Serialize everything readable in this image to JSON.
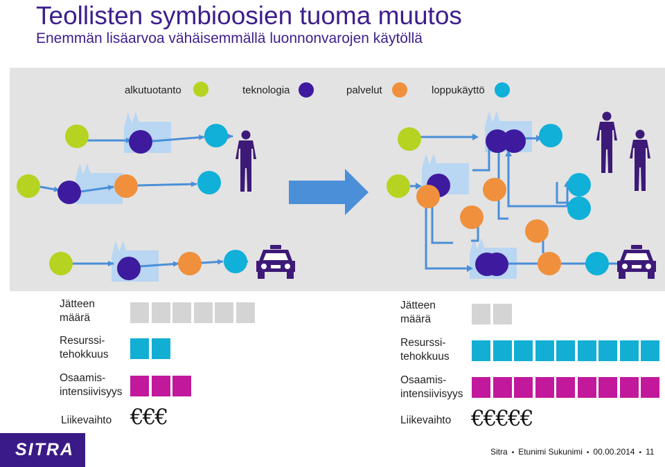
{
  "header": {
    "title": "Teollisten symbioosien tuoma muutos",
    "subtitle": "Enemmän lisäarvoa vähäisemmällä luonnonvarojen käytöllä"
  },
  "legend": [
    {
      "label": "alkutuotanto",
      "color": "#b5d320"
    },
    {
      "label": "teknologia",
      "color": "#3d1a9e"
    },
    {
      "label": "palvelut",
      "color": "#f0903c"
    },
    {
      "label": "loppukäyttö",
      "color": "#10b0d8"
    }
  ],
  "colors": {
    "panel": "#e3e3e3",
    "factory": "#b9d6f2",
    "arrow": "#4a8fd8",
    "person": "#3d1a78",
    "waste": "#d4d4d4",
    "efficiency": "#12aed4",
    "knowledge": "#c2189c",
    "brand": "#3a1a86"
  },
  "icons": [
    "factory-icon",
    "person-icon",
    "car-icon",
    "transition-arrow-icon"
  ],
  "before": {
    "waste_label_1": "Jätteen",
    "waste_label_2": "määrä",
    "waste_count": 6,
    "efficiency_label_1": "Resurssi-",
    "efficiency_label_2": "tehokkuus",
    "efficiency_count": 2,
    "knowledge_label_1": "Osaamis-",
    "knowledge_label_2": "intensiivisyys",
    "knowledge_count": 3,
    "revenue_label": "Liikevaihto",
    "revenue_symbols": "€€€"
  },
  "after": {
    "waste_label_1": "Jätteen",
    "waste_label_2": "määrä",
    "waste_count": 2,
    "efficiency_label_1": "Resurssi-",
    "efficiency_label_2": "tehokkuus",
    "efficiency_count": 9,
    "knowledge_label_1": "Osaamis-",
    "knowledge_label_2": "intensiivisyys",
    "knowledge_count": 9,
    "revenue_label": "Liikevaihto",
    "revenue_symbols": "€€€€€"
  },
  "footer": {
    "logo": "SITRA",
    "org": "Sitra",
    "author": "Etunimi Sukunimi",
    "date": "00.00.2014",
    "page": "11"
  }
}
